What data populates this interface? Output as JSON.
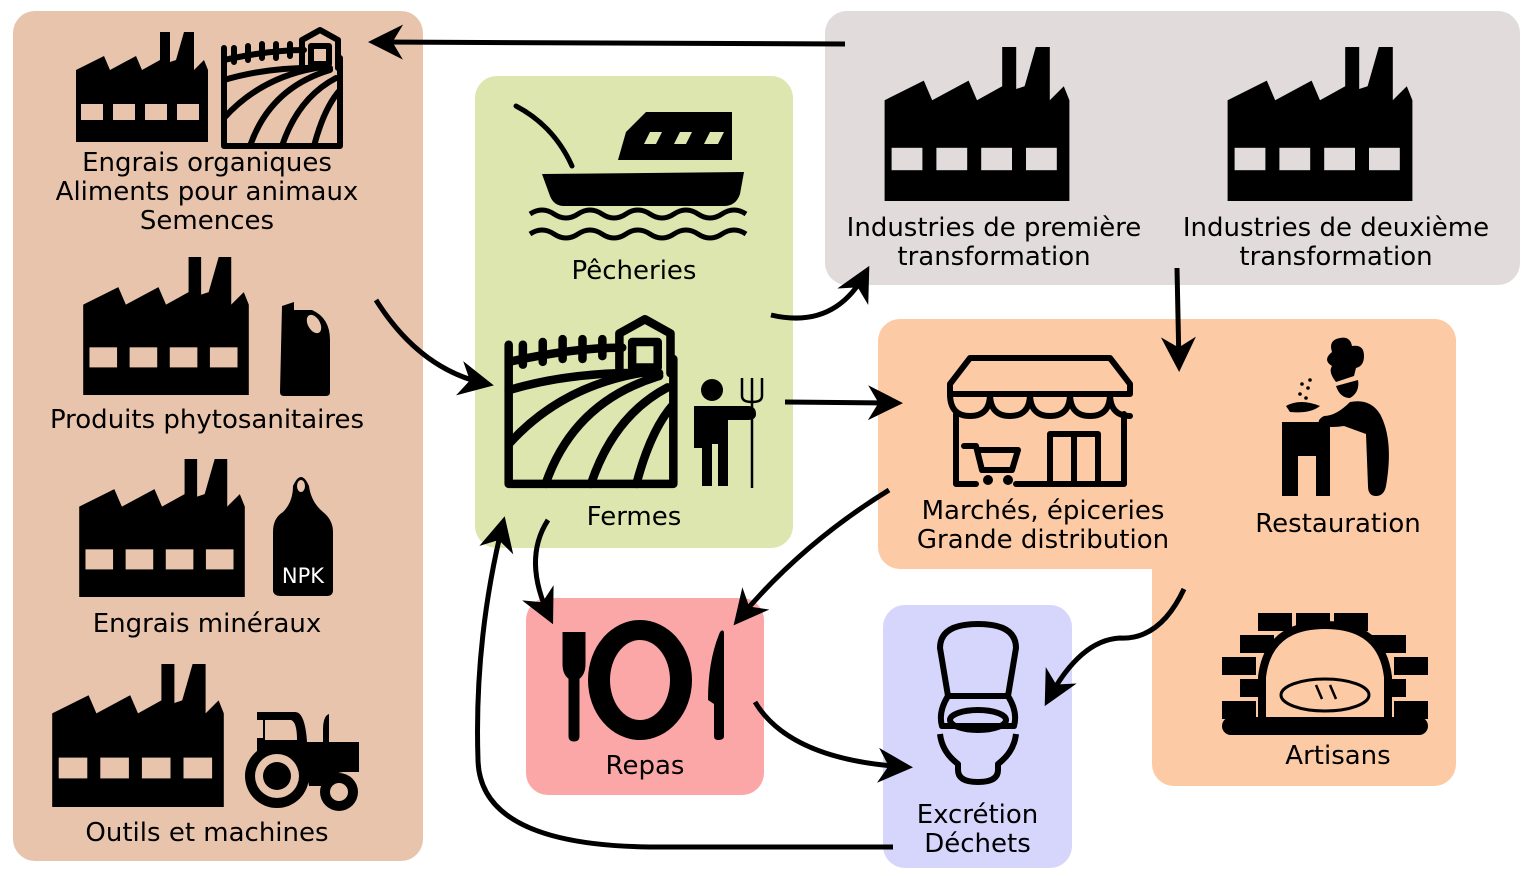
{
  "colors": {
    "inputs": "#e8c4ad",
    "production": "#dde6ae",
    "industry": "#e2dbdb",
    "distribution": "#fccaa5",
    "meals": "#fba7a7",
    "waste": "#d6d6fd",
    "ink": "#000000"
  },
  "inputs": {
    "organic": "Engrais organiques\nAliments pour animaux\nSemences",
    "phyto": "Produits phytosanitaires",
    "mineral": "Engrais minéraux",
    "npk": "NPK",
    "tools": "Outils et machines"
  },
  "production": {
    "fisheries": "Pêcheries",
    "farms": "Fermes"
  },
  "industry": {
    "first": "Industries de première\ntransformation",
    "second": "Industries de deuxième\ntransformation"
  },
  "distribution": {
    "markets": "Marchés, épiceries\nGrande distribution",
    "restaurants": "Restauration",
    "artisans": "Artisans"
  },
  "meals": {
    "label": "Repas"
  },
  "waste": {
    "label": "Excrétion\nDéchets"
  },
  "flows": [
    {
      "from": "industry",
      "to": "inputs"
    },
    {
      "from": "inputs",
      "to": "farms"
    },
    {
      "from": "farms",
      "to": "first-transformation"
    },
    {
      "from": "farms",
      "to": "markets"
    },
    {
      "from": "second-transformation",
      "to": "distribution"
    },
    {
      "from": "farms",
      "to": "meals"
    },
    {
      "from": "markets",
      "to": "meals"
    },
    {
      "from": "meals",
      "to": "waste"
    },
    {
      "from": "distribution",
      "to": "waste"
    },
    {
      "from": "waste",
      "to": "farms"
    }
  ]
}
